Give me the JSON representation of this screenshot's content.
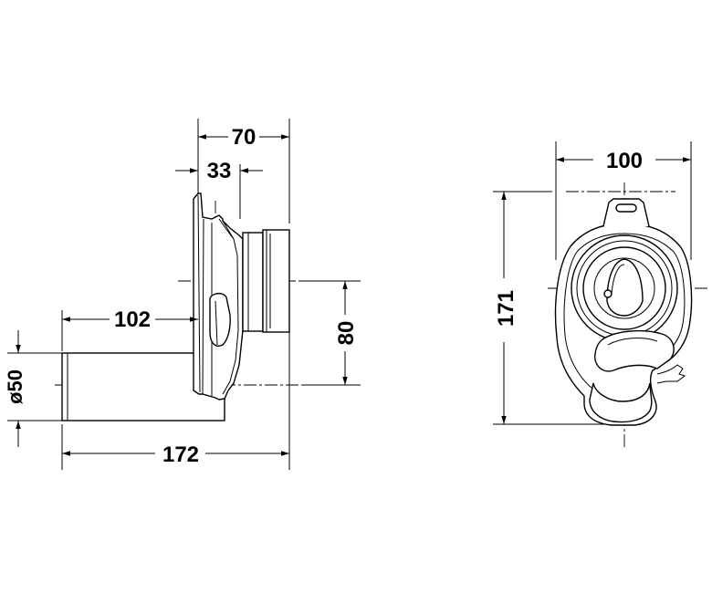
{
  "side_view": {
    "dimensions": {
      "width_70": "70",
      "depth_33": "33",
      "offset_102": "102",
      "height_80": "80",
      "pipe_diameter": "ø50",
      "total_length": "172"
    }
  },
  "front_view": {
    "dimensions": {
      "width_100": "100",
      "height_171": "171"
    }
  }
}
